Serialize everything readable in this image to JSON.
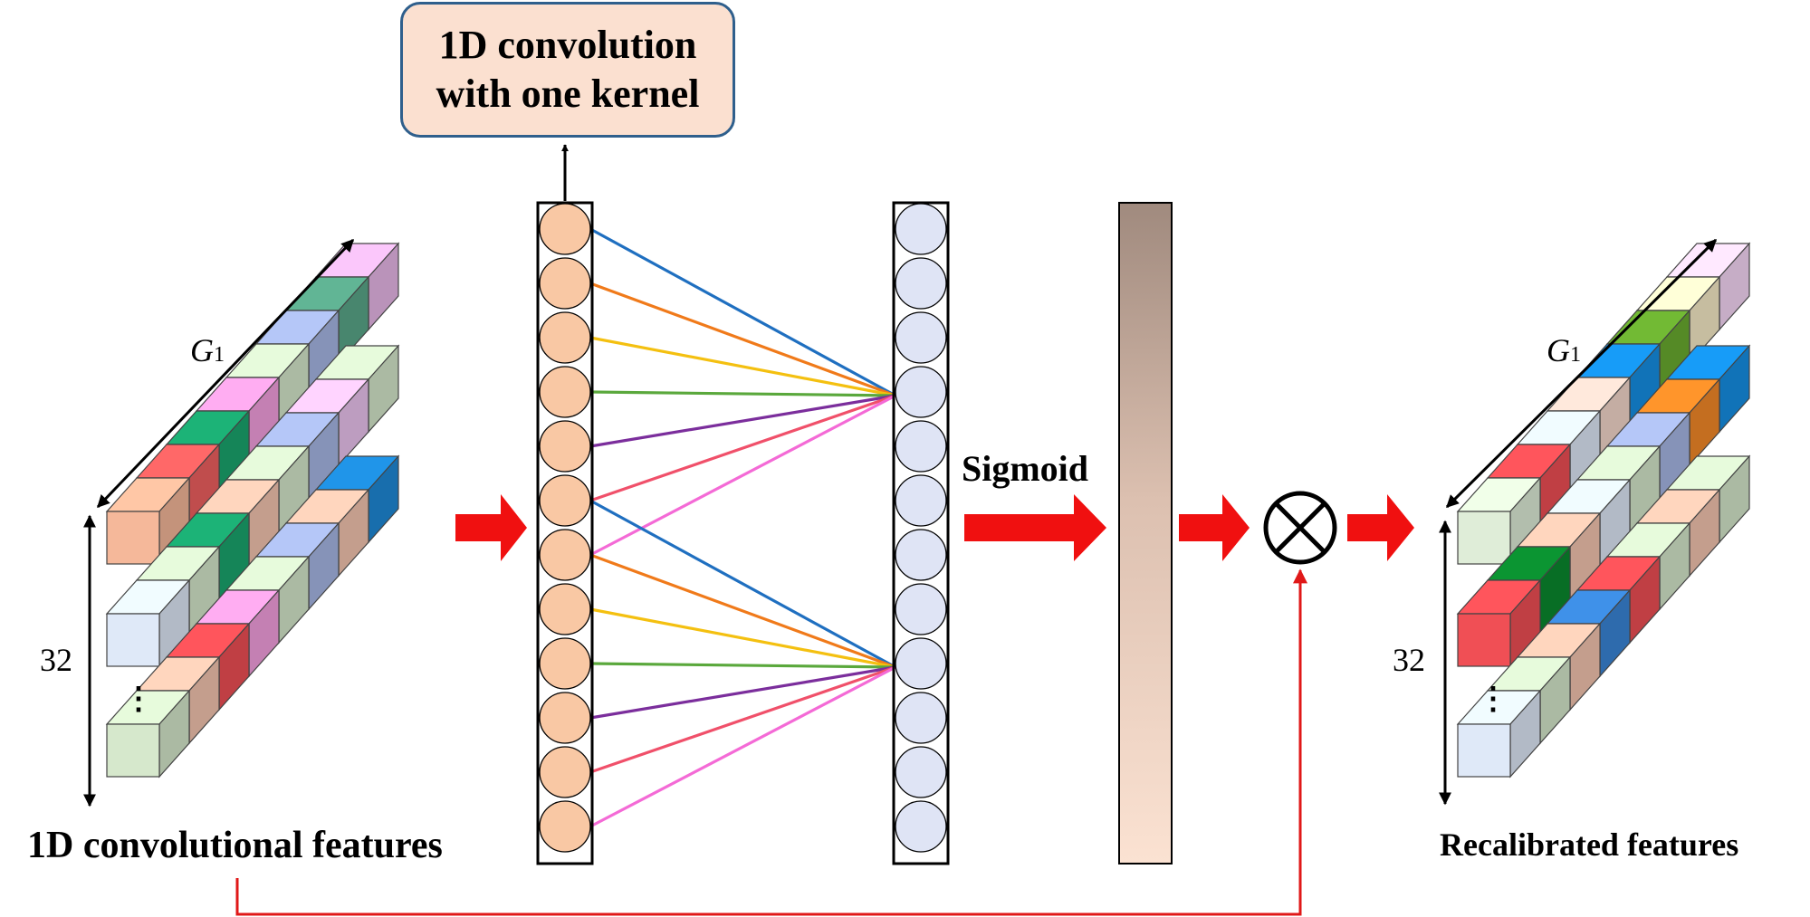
{
  "conv_box": {
    "line1": "1D convolution",
    "line2": "with one kernel"
  },
  "labels": {
    "sigmoid": "Sigmoid",
    "input_features": "1D convolutional features",
    "output_features": "Recalibrated features",
    "group_left": "G",
    "group_left_sub": "1",
    "group_right": "G",
    "group_right_sub": "1",
    "depth_left": "32",
    "depth_right": "32",
    "ellipsis_left": "⋮",
    "ellipsis_right": "⋮",
    "multiply_symbol": "⊗"
  },
  "colors": {
    "arrow_red": "#f01010",
    "orange_node": "#f9c8a4",
    "blue_node": "#dfe4f5",
    "line_palette": [
      "#1f6fc0",
      "#f07a1a",
      "#f4c010",
      "#5aa83c",
      "#7b2e9c",
      "#f0506a",
      "#f46ad6"
    ]
  },
  "left_stack_rows": [
    [
      "#f5b89a",
      "#f06060",
      "#1aa66e",
      "#f5a0e0",
      "#d6e8cc",
      "#a8b8e6",
      "#5aa88a",
      "#e8b8e8"
    ],
    [
      "#dfe9f8",
      "#d6e8cc",
      "#1aa66e",
      "#f5c6b0",
      "#d6e8cc",
      "#a8b8e6",
      "#ecc4f0",
      "#d6e8cc"
    ],
    [
      "#d6e8cc",
      "#f5c6b0",
      "#f04f55",
      "#f5a0e0",
      "#d6e8cc",
      "#a8b8e6",
      "#f5c6b0",
      "#1e8ad8"
    ]
  ],
  "right_stack_rows": [
    [
      "#dfedd8",
      "#f04f55",
      "#dfe9f8",
      "#f5d8cc",
      "#1590e6",
      "#6aac30",
      "#f8ecc8",
      "#f8d8f8"
    ],
    [
      "#f04f55",
      "#0a8a2e",
      "#f5c6b0",
      "#dfe9f8",
      "#d6e8cc",
      "#a8b8e6",
      "#f58a28",
      "#1590e6"
    ],
    [
      "#dfe9f8",
      "#d6e8cc",
      "#f5c6b0",
      "#3a86d8",
      "#f04f55",
      "#d6e8cc",
      "#f5c6b0",
      "#d6e8cc"
    ]
  ]
}
